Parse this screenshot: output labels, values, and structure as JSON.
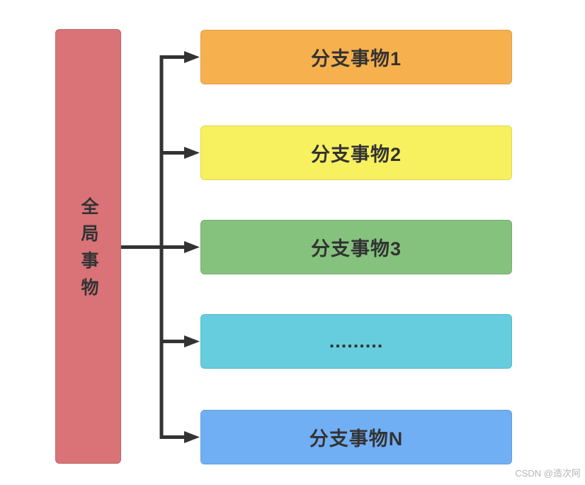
{
  "diagram": {
    "root": {
      "label": "全局事物",
      "color": "#D97377"
    },
    "branches": [
      {
        "label": "分支事物1",
        "color": "#F7B04E"
      },
      {
        "label": "分支事物2",
        "color": "#F7F05F"
      },
      {
        "label": "分支事物3",
        "color": "#85C27E"
      },
      {
        "label": ".........",
        "color": "#65CDDE"
      },
      {
        "label": "分支事物N",
        "color": "#71AFF4"
      }
    ],
    "connector_color": "#333333",
    "label_color": "#333333"
  },
  "watermark": {
    "text": "CSDN @造次阿",
    "color": "#B5B5B5"
  }
}
